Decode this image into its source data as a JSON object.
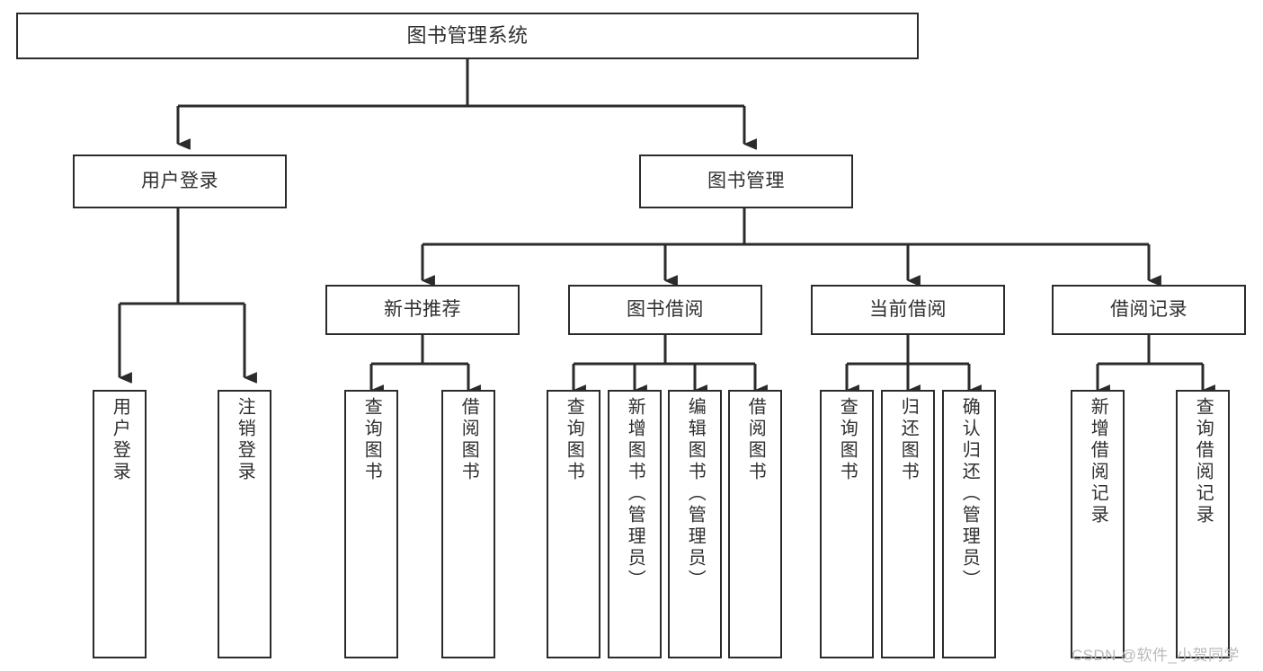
{
  "diagram": {
    "type": "tree-hierarchy",
    "title": "图书管理系统",
    "colors": {
      "stroke": "#2b2b2b",
      "box_fill": "#ffffff",
      "text": "#2f2f2f",
      "background": "#ffffff",
      "watermark": "#b9b9b9"
    },
    "root": {
      "label": "图书管理系统"
    },
    "level1": [
      {
        "label": "用户登录"
      },
      {
        "label": "图书管理"
      }
    ],
    "level2": [
      {
        "label": "新书推荐"
      },
      {
        "label": "图书借阅"
      },
      {
        "label": "当前借阅"
      },
      {
        "label": "借阅记录"
      }
    ],
    "leaves": {
      "user_login": [
        {
          "label": "用户登录"
        },
        {
          "label": "注销登录"
        }
      ],
      "new_book_recommend": [
        {
          "label": "查询图书"
        },
        {
          "label": "借阅图书"
        }
      ],
      "book_borrow": [
        {
          "label": "查询图书"
        },
        {
          "label": "新增图书（管理员）"
        },
        {
          "label": "编辑图书（管理员）"
        },
        {
          "label": "借阅图书"
        }
      ],
      "current_borrow": [
        {
          "label": "查询图书"
        },
        {
          "label": "归还图书"
        },
        {
          "label": "确认归还（管理员）"
        }
      ],
      "borrow_records": [
        {
          "label": "新增借阅记录"
        },
        {
          "label": "查询借阅记录"
        }
      ]
    },
    "watermark": {
      "text": "CSDN @软件_小贺同学"
    }
  }
}
